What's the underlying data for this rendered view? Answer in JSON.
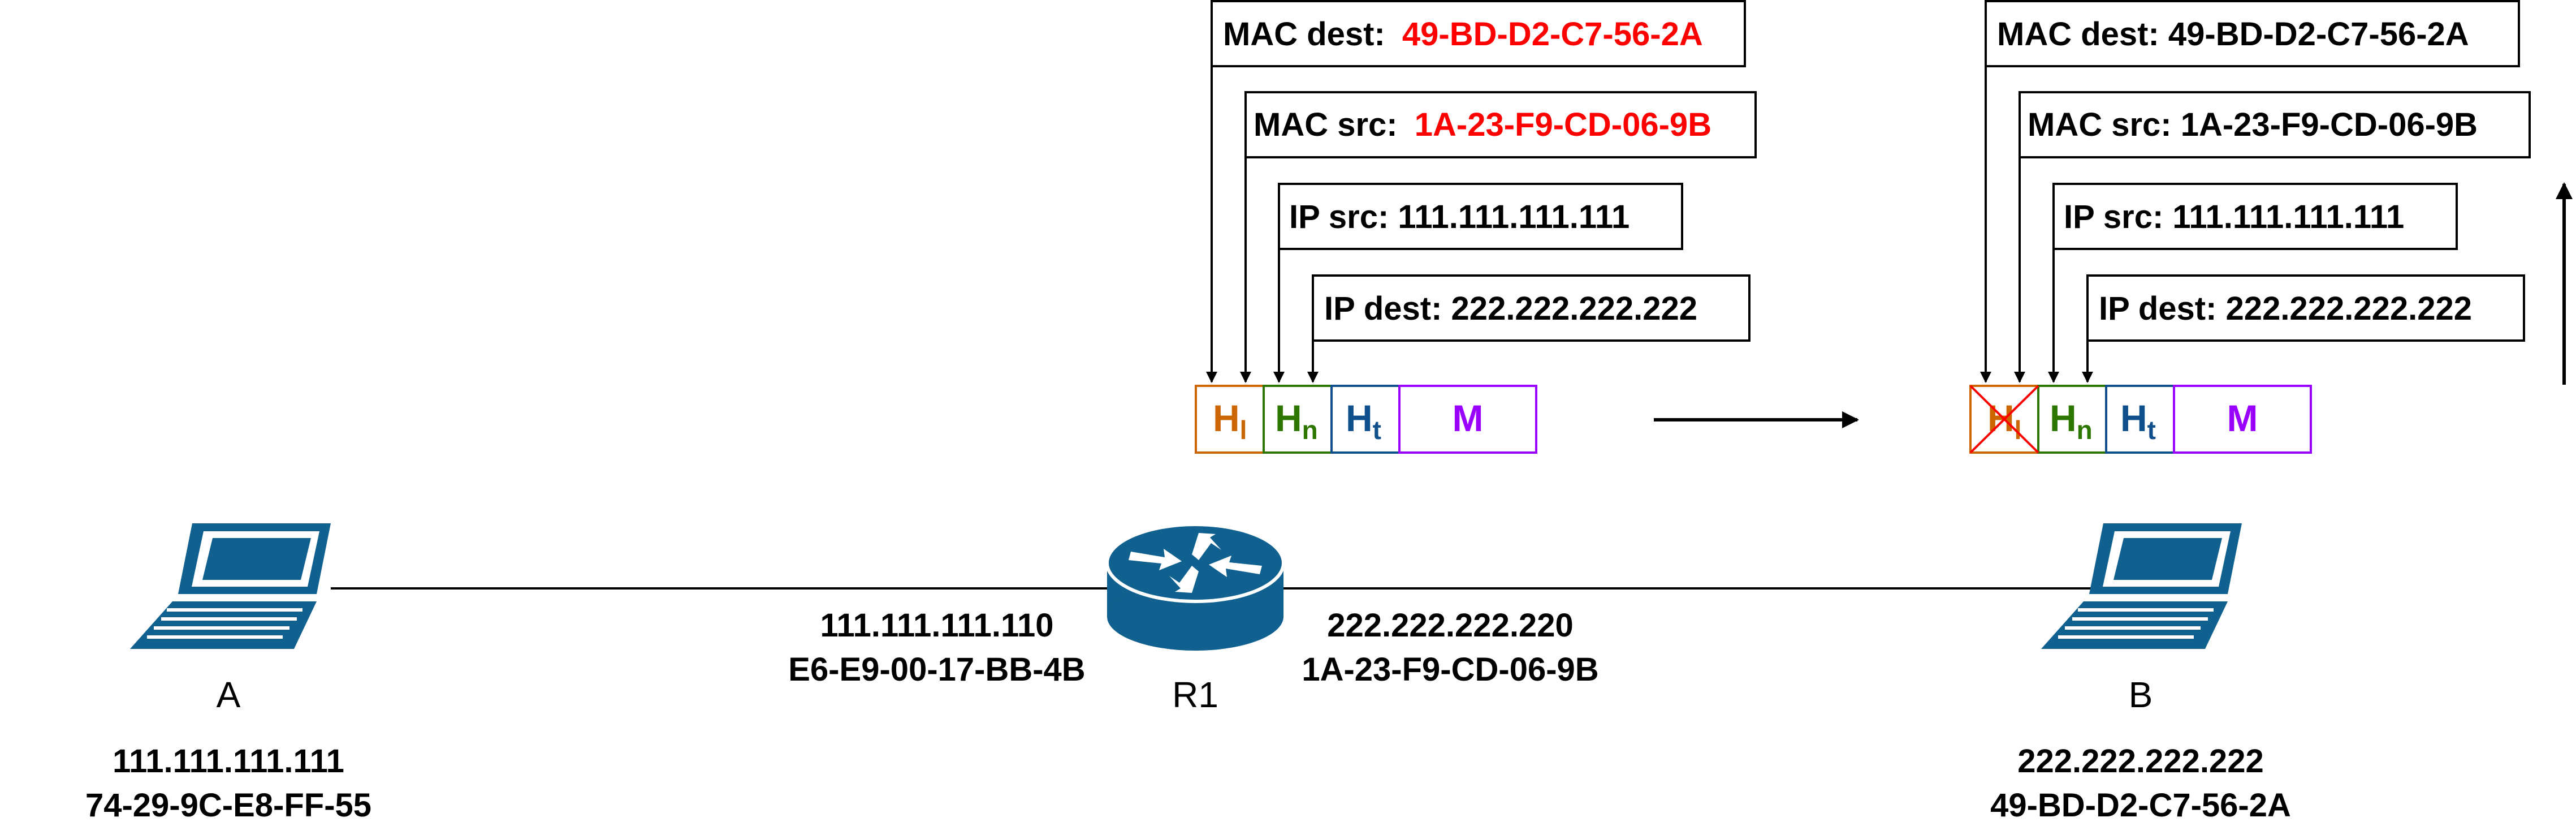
{
  "colors": {
    "link_layer": "#cc6600",
    "network_layer": "#2d7600",
    "transport_layer": "#0f4f8c",
    "message": "#9900ff",
    "highlight": "#ff0000",
    "device": "#10618f"
  },
  "hosts": {
    "a": {
      "name": "A",
      "ip": "111.111.111.111",
      "mac": "74-29-9C-E8-FF-55"
    },
    "b": {
      "name": "B",
      "ip": "222.222.222.222",
      "mac": "49-BD-D2-C7-56-2A"
    }
  },
  "router": {
    "name": "R1",
    "left_iface": {
      "ip": "111.111.111.110",
      "mac": "E6-E9-00-17-BB-4B"
    },
    "right_iface": {
      "ip": "222.222.222.220",
      "mac": "1A-23-F9-CD-06-9B"
    }
  },
  "frame_at_router": {
    "mac_dest_label": "MAC dest:",
    "mac_dest_value": "49-BD-D2-C7-56-2A",
    "mac_src_label": "MAC src:",
    "mac_src_value": "1A-23-F9-CD-06-9B",
    "ip_src": "IP src: 111.111.111.111",
    "ip_dest": "IP dest: 222.222.222.222"
  },
  "frame_at_b": {
    "mac_dest": "MAC dest: 49-BD-D2-C7-56-2A",
    "mac_src": "MAC src: 1A-23-F9-CD-06-9B",
    "ip_src": "IP src: 111.111.111.111",
    "ip_dest": "IP dest: 222.222.222.222"
  },
  "packet_segments": {
    "hl": "H",
    "hl_sub": "l",
    "hn": "H",
    "hn_sub": "n",
    "ht": "H",
    "ht_sub": "t",
    "m": "M"
  },
  "icons": [
    "laptop-icon",
    "router-icon",
    "arrow-right-icon",
    "arrow-up-icon"
  ]
}
